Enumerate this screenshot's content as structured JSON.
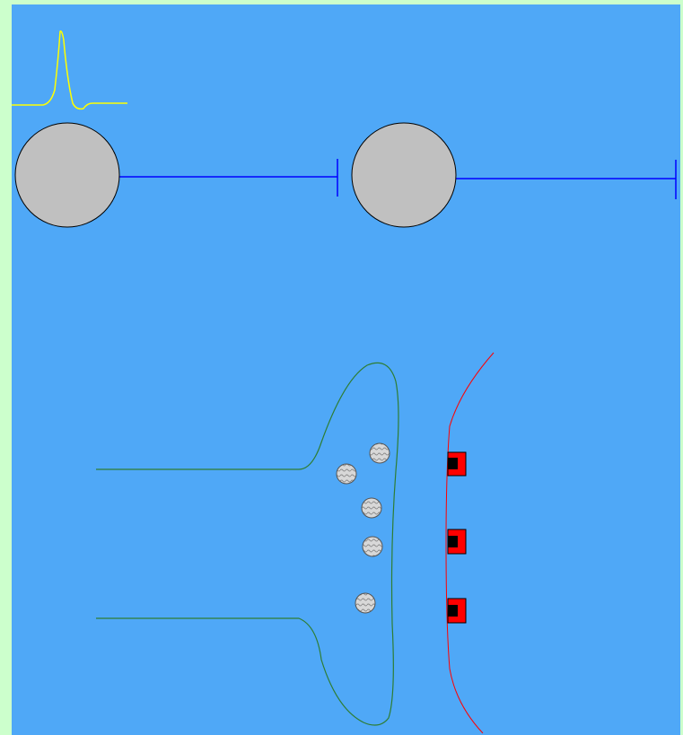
{
  "colors": {
    "page_background": "#ccffcc",
    "panel_background": "#4fa8f7",
    "soma_fill": "#c0c0c0",
    "soma_stroke": "#000000",
    "axon": "#0000ff",
    "action_potential_trace": "#ffff00",
    "presynaptic_membrane": "#2e7d32",
    "postsynaptic_membrane": "#ff0000",
    "receptor_fill": "#ff0000",
    "receptor_channel": "#000000",
    "vesicle_fill": "#d0d0d0"
  },
  "diagram": {
    "neurons": [
      {
        "id": "neuron-1"
      },
      {
        "id": "neuron-2"
      }
    ],
    "vesicle_count": 5,
    "receptor_count": 3
  }
}
